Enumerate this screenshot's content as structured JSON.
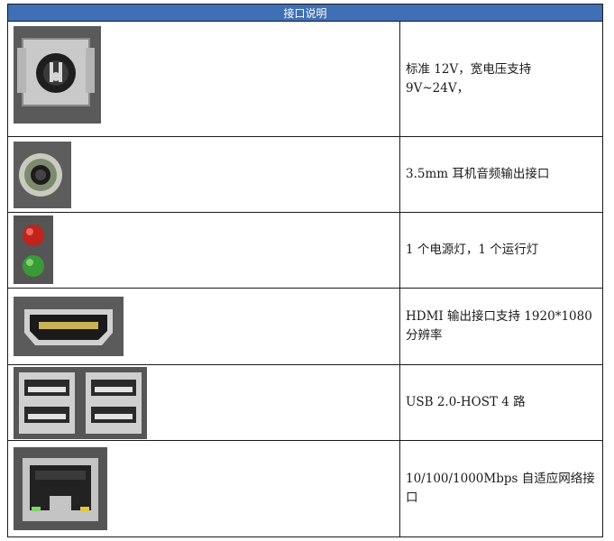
{
  "header": "接口说明",
  "rows": [
    {
      "icon": "dc-power-jack-icon",
      "text": "标准 12V，宽电压支持 9V~24V，"
    },
    {
      "icon": "audio-jack-icon",
      "text": "3.5mm 耳机音频输出接口"
    },
    {
      "icon": "led-indicators-icon",
      "text": "1 个电源灯，1 个运行灯"
    },
    {
      "icon": "hdmi-port-icon",
      "text": "HDMI 输出接口支持 1920*1080 分辨率"
    },
    {
      "icon": "usb-ports-icon",
      "text": "USB 2.0-HOST  4 路"
    },
    {
      "icon": "rj45-port-icon",
      "text": "10/100/1000Mbps 自适应网络接口"
    }
  ],
  "colors": {
    "header_bg": "#3f6fb4",
    "panel": "#5d5d5d",
    "led_red": "#c0231b",
    "led_green": "#3a9a35"
  }
}
